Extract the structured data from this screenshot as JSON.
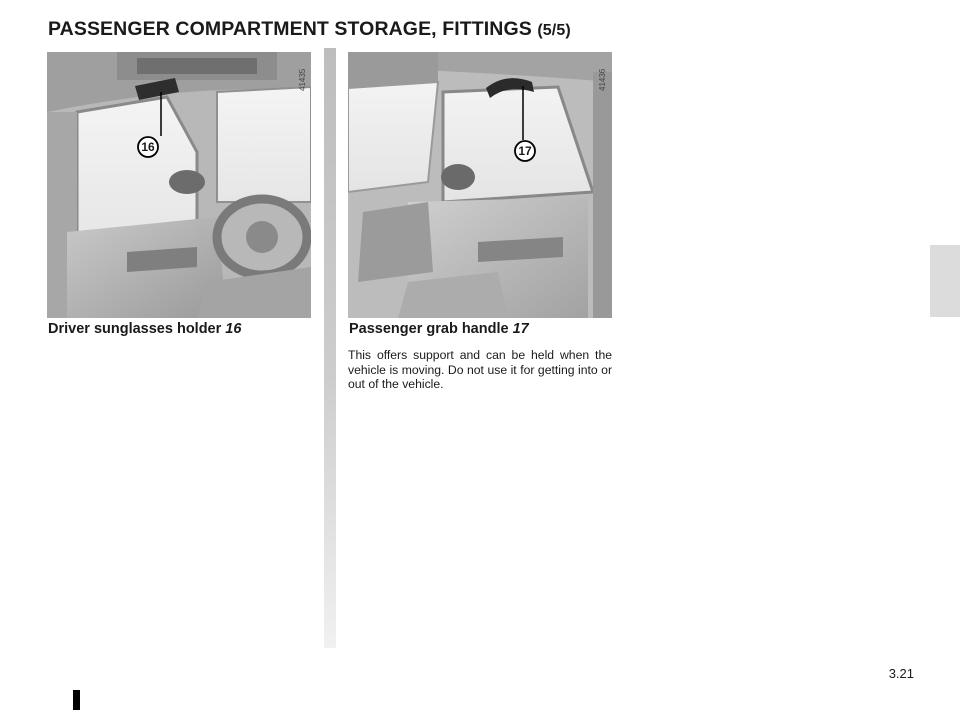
{
  "header": {
    "title": "PASSENGER COMPARTMENT STORAGE, FITTINGS",
    "part": "(5/5)"
  },
  "figures": [
    {
      "code": "41435",
      "callout": "16"
    },
    {
      "code": "41436",
      "callout": "17"
    }
  ],
  "sections": [
    {
      "heading": "Driver sunglasses holder",
      "ref": "16"
    },
    {
      "heading": "Passenger grab handle",
      "ref": "17",
      "text": "This offers support and can be held when the vehicle is moving. Do not use it for getting into or out of the vehicle."
    }
  ],
  "footer": {
    "page_number": "3.21"
  },
  "colors": {
    "tab": "#dcdcdc",
    "divider": "#c4c4c4"
  }
}
